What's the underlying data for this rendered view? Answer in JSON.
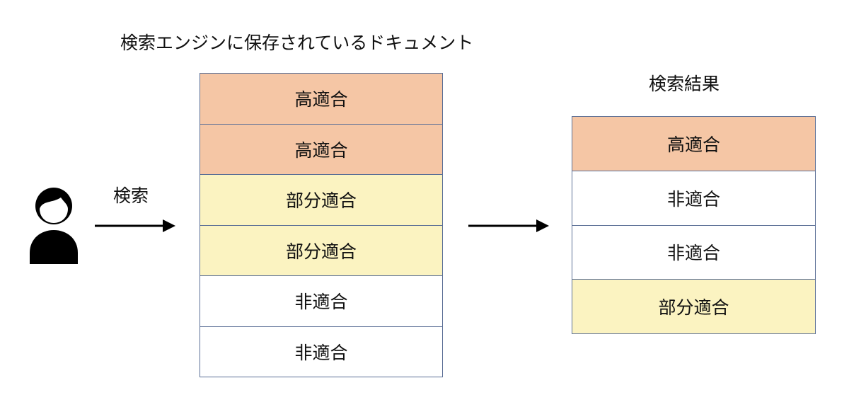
{
  "stored_documents": {
    "title": "検索エンジンに保存されているドキュメント",
    "rows": [
      {
        "label": "高適合",
        "level": "high"
      },
      {
        "label": "高適合",
        "level": "high"
      },
      {
        "label": "部分適合",
        "level": "partial"
      },
      {
        "label": "部分適合",
        "level": "partial"
      },
      {
        "label": "非適合",
        "level": "none"
      },
      {
        "label": "非適合",
        "level": "none"
      }
    ]
  },
  "search": {
    "label": "検索"
  },
  "search_results": {
    "title": "検索結果",
    "rows": [
      {
        "label": "高適合",
        "level": "high"
      },
      {
        "label": "非適合",
        "level": "none"
      },
      {
        "label": "非適合",
        "level": "none"
      },
      {
        "label": "部分適合",
        "level": "partial"
      }
    ]
  },
  "colors": {
    "high": "#f5c6a5",
    "partial": "#fbf3c1",
    "none": "#ffffff",
    "border": "#5b6f96"
  },
  "icons": {
    "user": "person-icon",
    "arrow": "arrow-right-icon"
  }
}
